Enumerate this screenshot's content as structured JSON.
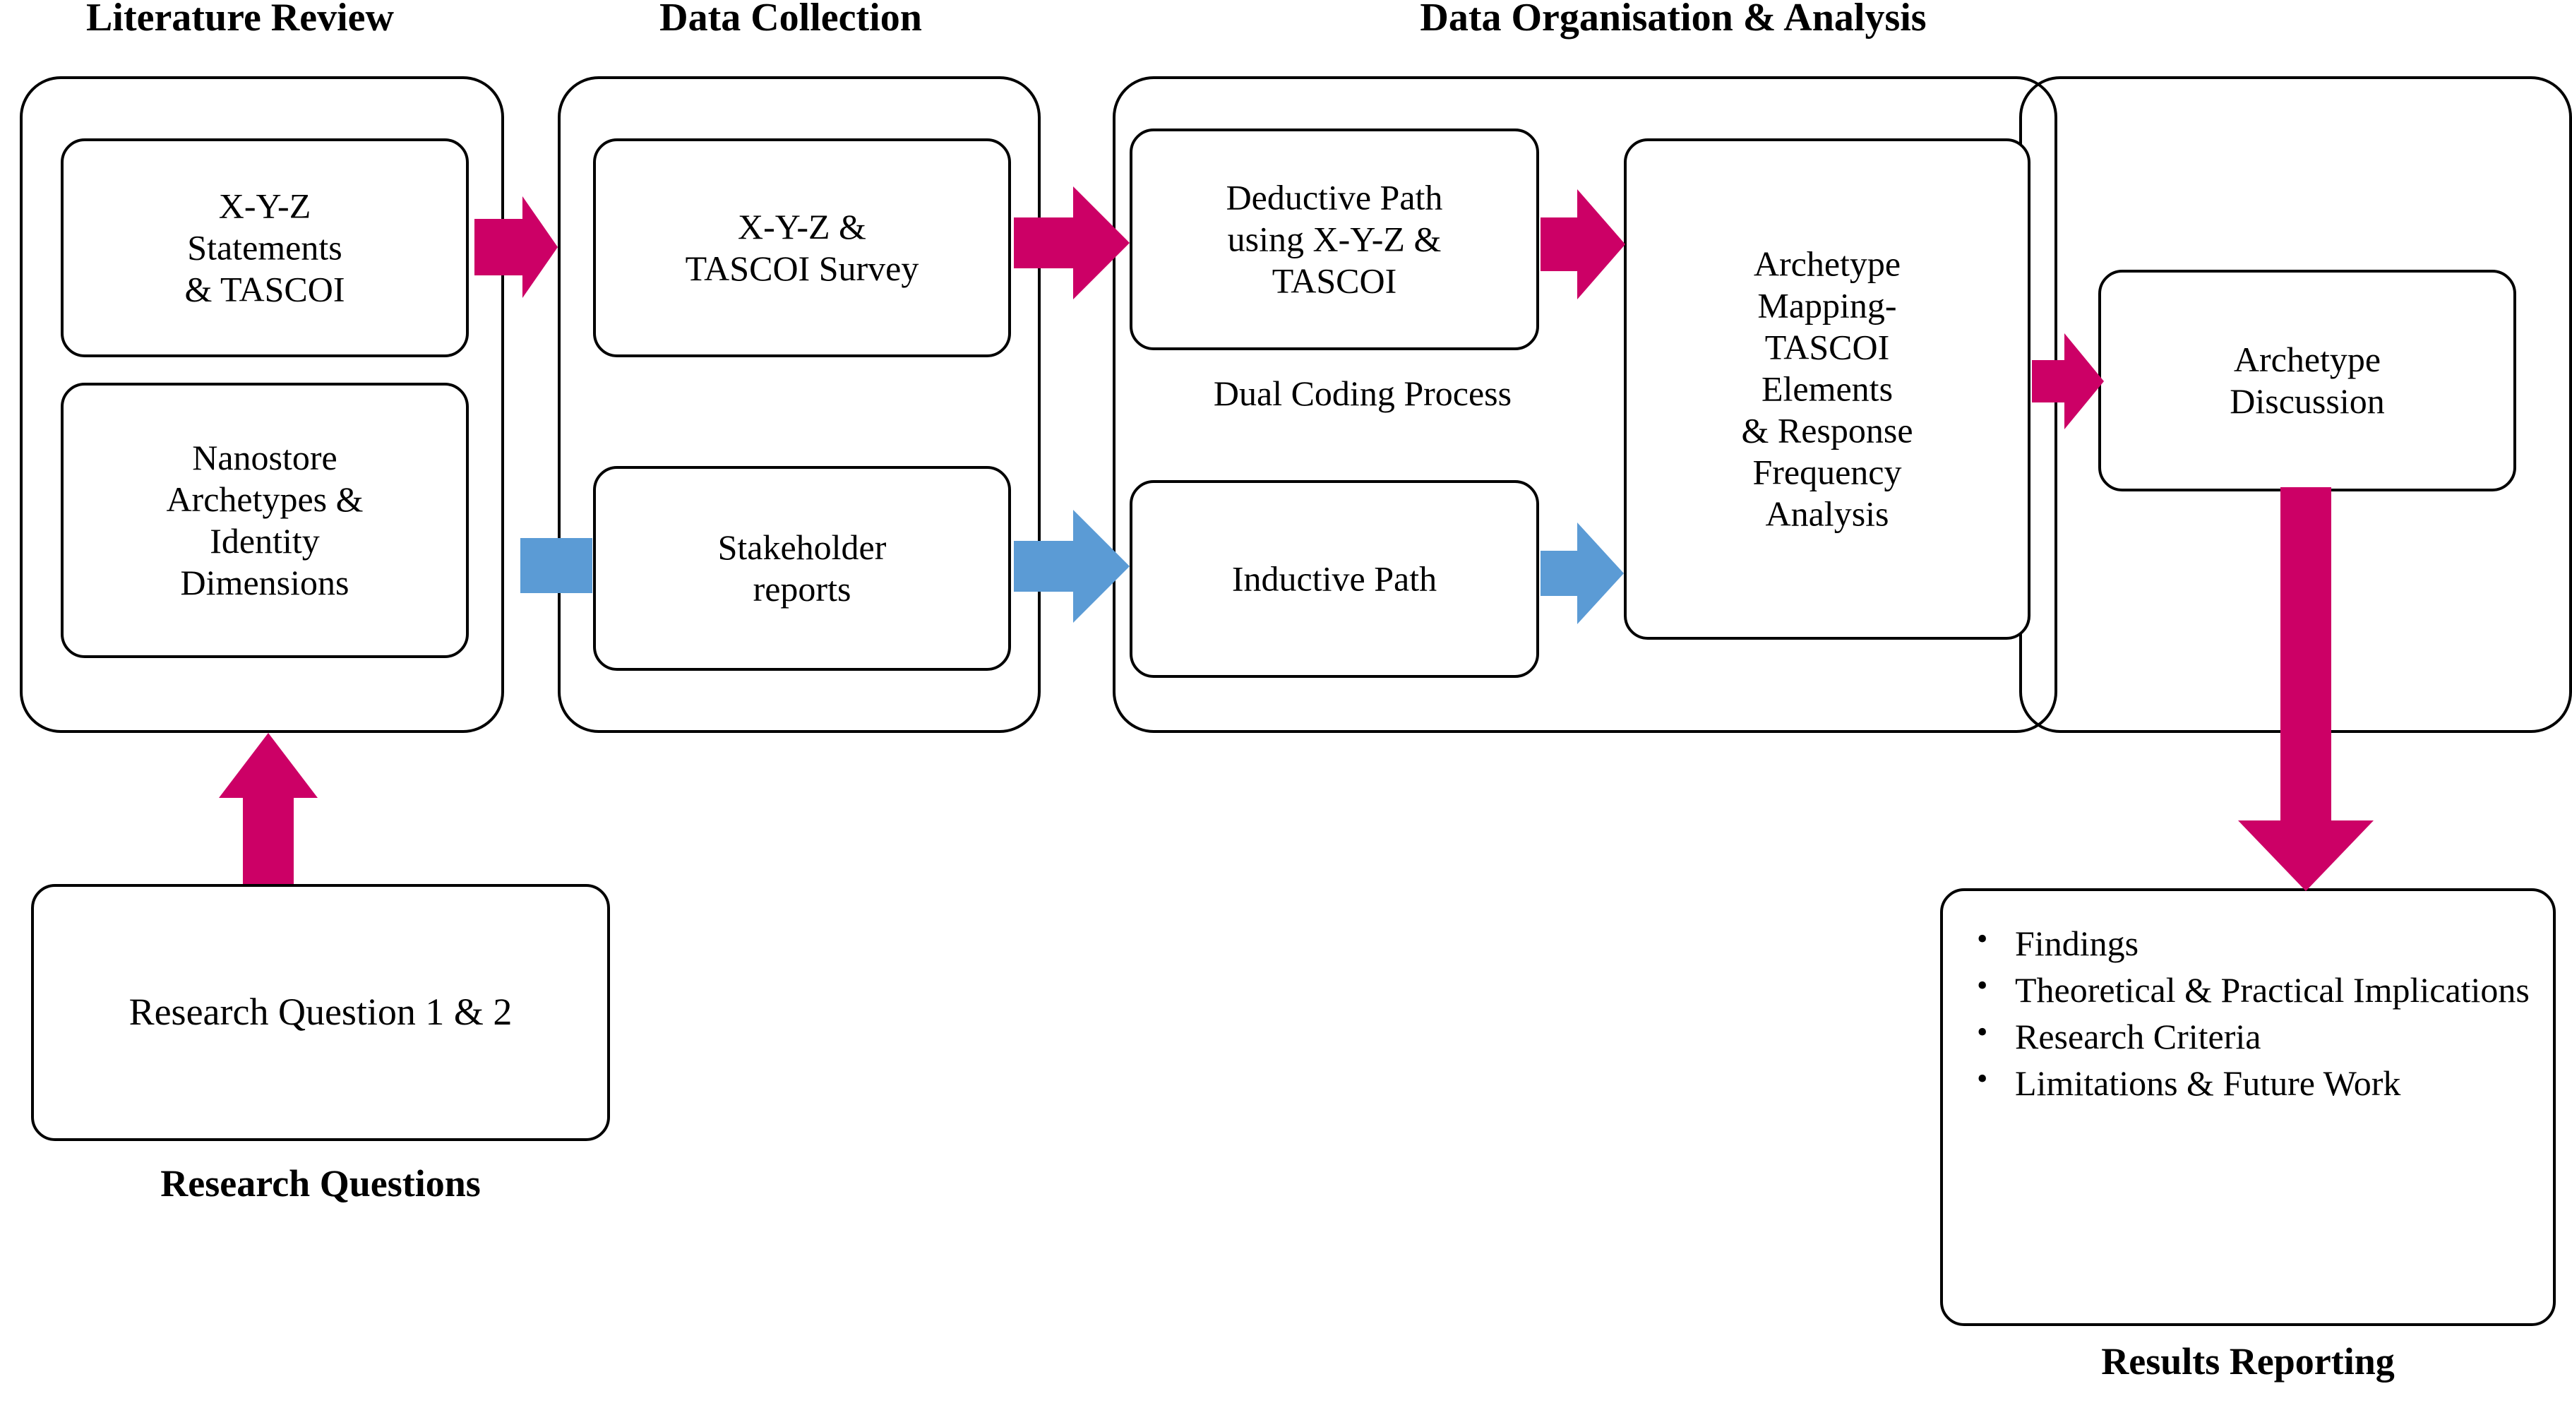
{
  "diagram": {
    "title_note": "Research methodology flow diagram",
    "colors": {
      "arrow_pink": "#CC0066",
      "arrow_blue": "#5B9BD5",
      "stroke": "#000000",
      "background": "#FFFFFF"
    }
  },
  "phases": [
    {
      "id": "literature-review",
      "label": "Literature Review"
    },
    {
      "id": "data-collection",
      "label": "Data Collection"
    },
    {
      "id": "data-organisation",
      "label": "Data Organisation & Analysis"
    },
    {
      "id": "research-questions",
      "label": "Research Questions"
    },
    {
      "id": "results-reporting",
      "label": "Results Reporting"
    }
  ],
  "boxes": {
    "xyz_statements": {
      "lines": [
        "X-Y-Z",
        "Statements",
        "& TASCOI"
      ]
    },
    "nanostore": {
      "lines": [
        "Nanostore",
        "Archetypes &",
        "Identity",
        "Dimensions"
      ]
    },
    "xyz_survey": {
      "lines": [
        "X-Y-Z &",
        "TASCOI Survey"
      ]
    },
    "stakeholder": {
      "lines": [
        "Stakeholder",
        "reports"
      ]
    },
    "deductive": {
      "lines": [
        "Deductive Path",
        "using X-Y-Z &",
        "TASCOI"
      ]
    },
    "inductive": {
      "lines": [
        "Inductive Path"
      ]
    },
    "archetype_mapping": {
      "lines": [
        "Archetype",
        "Mapping-",
        "TASCOI",
        "Elements",
        "& Response",
        "Frequency",
        "Analysis"
      ]
    },
    "archetype_discussion": {
      "lines": [
        "Archetype",
        "Discussion"
      ]
    },
    "research_question": {
      "lines": [
        "Research Question 1 & 2"
      ]
    }
  },
  "labels": {
    "dual_coding": "Dual Coding Process"
  },
  "results_reporting_bullets": [
    "Findings",
    "Theoretical & Practical Implications",
    "Research Criteria",
    "Limitations & Future Work"
  ],
  "connectors": [
    {
      "id": "lit-to-collection",
      "icon": "arrow-right-icon",
      "color": "#CC0066"
    },
    {
      "id": "collection-to-deductive",
      "icon": "arrow-right-icon",
      "color": "#CC0066"
    },
    {
      "id": "deductive-to-mapping",
      "icon": "arrow-right-icon",
      "color": "#CC0066"
    },
    {
      "id": "mapping-to-discussion",
      "icon": "arrow-right-icon",
      "color": "#CC0066"
    },
    {
      "id": "lit-to-collection-lower",
      "icon": "connector-bar-icon",
      "color": "#5B9BD5"
    },
    {
      "id": "stakeholder-to-inductive",
      "icon": "arrow-right-icon",
      "color": "#5B9BD5"
    },
    {
      "id": "inductive-to-mapping",
      "icon": "arrow-right-icon",
      "color": "#5B9BD5"
    },
    {
      "id": "questions-to-literature",
      "icon": "arrow-up-icon",
      "color": "#CC0066"
    },
    {
      "id": "discussion-to-results",
      "icon": "arrow-down-icon",
      "color": "#CC0066"
    }
  ]
}
